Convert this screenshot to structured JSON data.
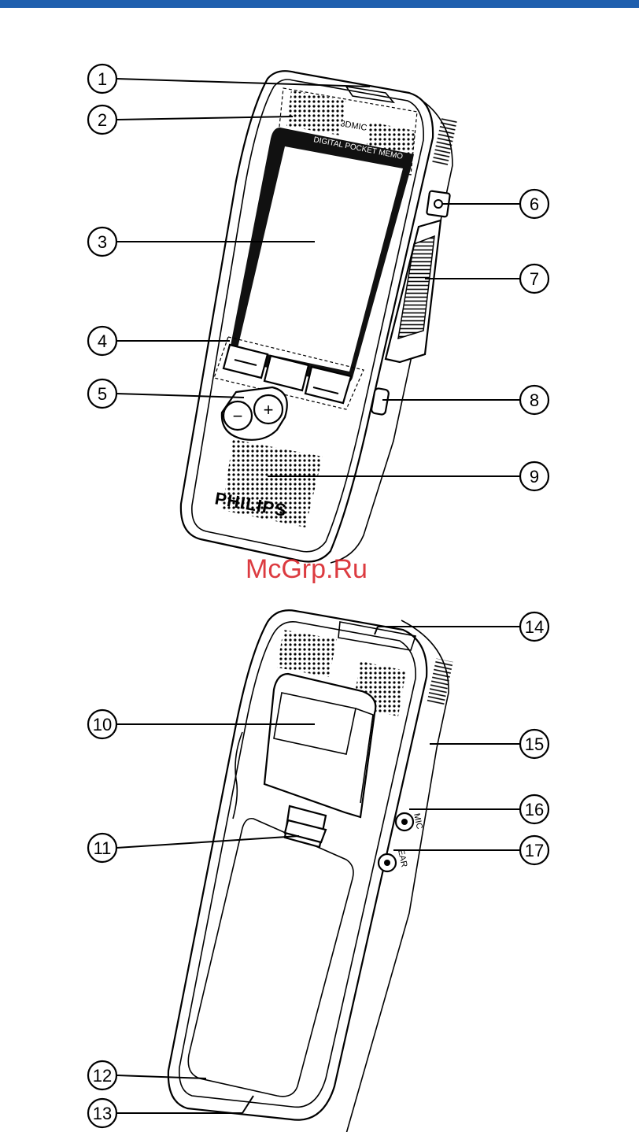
{
  "colors": {
    "header_bar": "#1f5fae",
    "watermark": "#d9262c",
    "line": "#000000"
  },
  "front": {
    "mic_label": "3DMIC",
    "screen_caption": "DIGITAL POCKET MEMO",
    "volume_minus": "−",
    "volume_plus": "+",
    "brand": "PHILIPS"
  },
  "back": {
    "mic_jack_label": "MIC",
    "ear_jack_label": "EAR"
  },
  "watermark": "McGrp.Ru",
  "callouts": [
    "1",
    "2",
    "3",
    "4",
    "5",
    "6",
    "7",
    "8",
    "9",
    "10",
    "11",
    "12",
    "13",
    "14",
    "15",
    "16",
    "17"
  ]
}
